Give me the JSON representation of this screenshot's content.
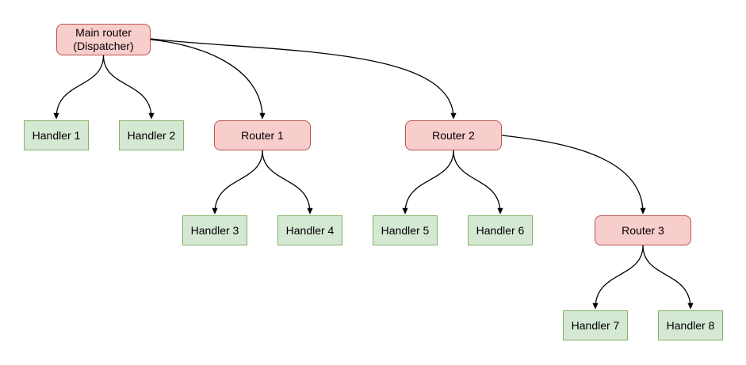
{
  "diagram": {
    "type": "tree-flowchart",
    "colors": {
      "background": "#ffffff",
      "router_fill": "#f8cecc",
      "router_stroke": "#b85450",
      "handler_fill": "#d5e8d4",
      "handler_stroke": "#82b366",
      "edge_stroke": "#000000",
      "text": "#000000"
    },
    "nodes": {
      "main": {
        "line1": "Main router",
        "line2": "(Dispatcher)",
        "type": "router"
      },
      "handler1": {
        "label": "Handler 1",
        "type": "handler"
      },
      "handler2": {
        "label": "Handler 2",
        "type": "handler"
      },
      "router1": {
        "label": "Router 1",
        "type": "router"
      },
      "router2": {
        "label": "Router 2",
        "type": "router"
      },
      "handler3": {
        "label": "Handler 3",
        "type": "handler"
      },
      "handler4": {
        "label": "Handler 4",
        "type": "handler"
      },
      "handler5": {
        "label": "Handler 5",
        "type": "handler"
      },
      "handler6": {
        "label": "Handler 6",
        "type": "handler"
      },
      "router3": {
        "label": "Router 3",
        "type": "router"
      },
      "handler7": {
        "label": "Handler 7",
        "type": "handler"
      },
      "handler8": {
        "label": "Handler 8",
        "type": "handler"
      }
    },
    "edges": [
      {
        "from": "main",
        "to": "handler1"
      },
      {
        "from": "main",
        "to": "handler2"
      },
      {
        "from": "main",
        "to": "router1"
      },
      {
        "from": "main",
        "to": "router2"
      },
      {
        "from": "router1",
        "to": "handler3"
      },
      {
        "from": "router1",
        "to": "handler4"
      },
      {
        "from": "router2",
        "to": "handler5"
      },
      {
        "from": "router2",
        "to": "handler6"
      },
      {
        "from": "router2",
        "to": "router3"
      },
      {
        "from": "router3",
        "to": "handler7"
      },
      {
        "from": "router3",
        "to": "handler8"
      }
    ]
  }
}
